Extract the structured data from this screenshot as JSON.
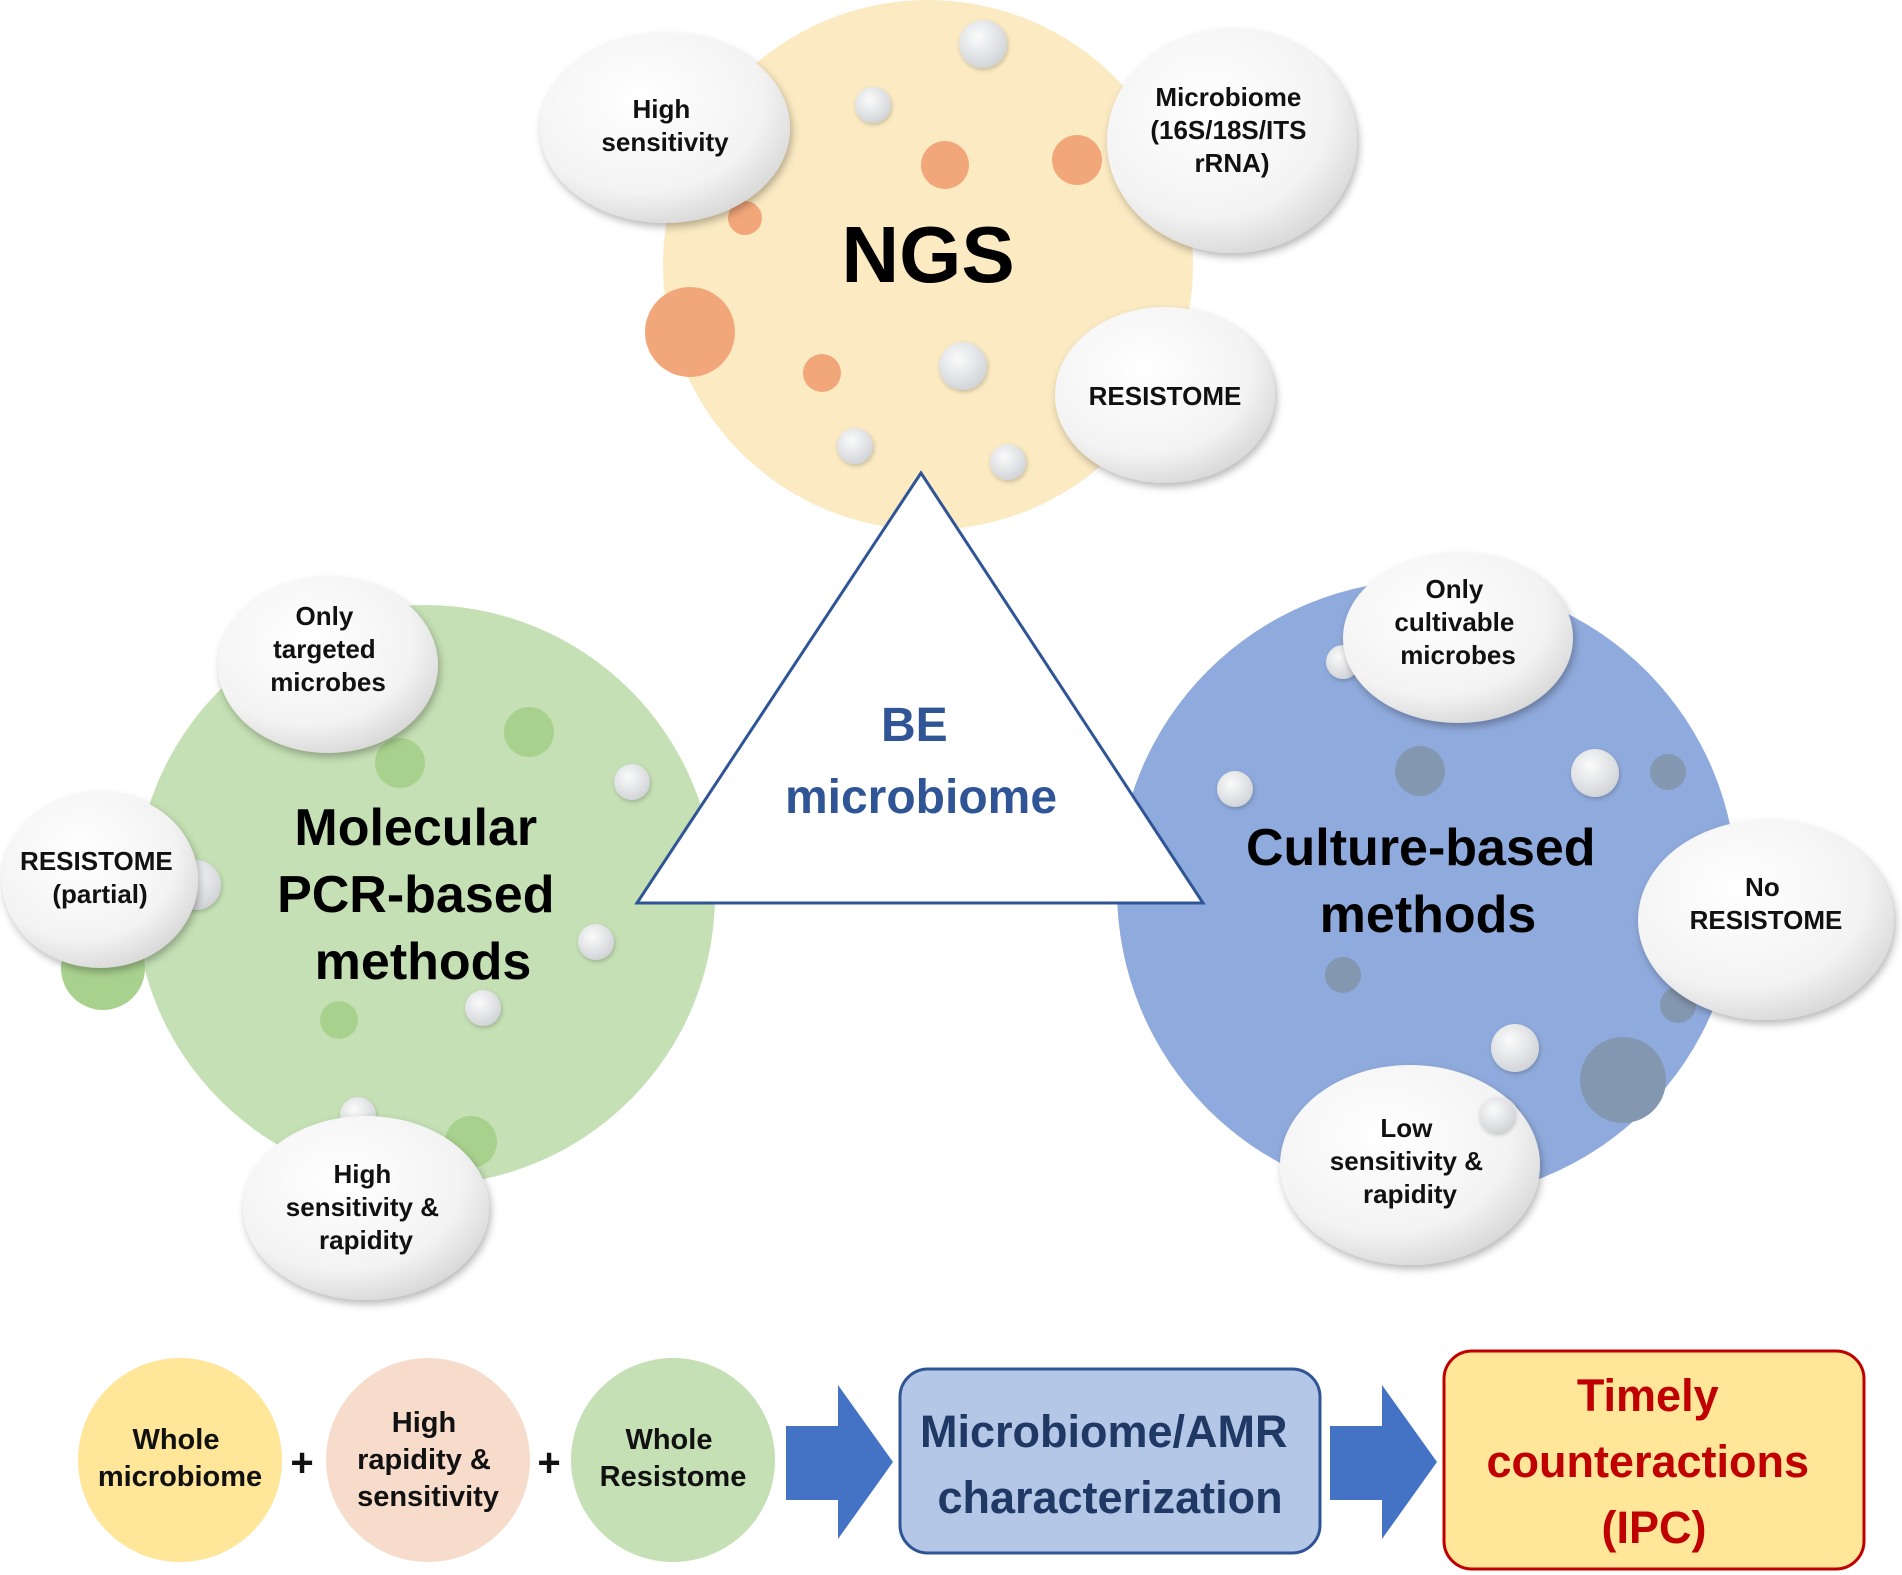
{
  "center": {
    "lines": [
      "BE",
      "microbiome"
    ],
    "text_color": "#2F5597"
  },
  "ngs": {
    "title": "NGS",
    "bubble_high_sensitivity": [
      "High",
      "sensitivity"
    ],
    "bubble_microbiome": [
      "Microbiome",
      "(16S/18S/ITS",
      "rRNA)"
    ],
    "bubble_resistome": [
      "RESISTOME"
    ],
    "fill_color": "#FBEAC2",
    "dot_color": "#F2A77A"
  },
  "molecular": {
    "title": [
      "Molecular",
      "PCR-based",
      "methods"
    ],
    "bubble_targeted": [
      "Only",
      "targeted",
      "microbes"
    ],
    "bubble_resistome": [
      "RESISTOME",
      "(partial)"
    ],
    "bubble_high_sensitivity": [
      "High",
      "sensitivity &",
      "rapidity"
    ],
    "fill_color": "#C5E0B4",
    "dot_color": "#A9D18E"
  },
  "culture": {
    "title": [
      "Culture-based",
      "methods"
    ],
    "bubble_cultivable": [
      "Only",
      "cultivable",
      "microbes"
    ],
    "bubble_no_resistome": [
      "No",
      "RESISTOME"
    ],
    "bubble_low_sensitivity": [
      "Low",
      "sensitivity  &",
      "rapidity"
    ],
    "fill_color": "#8FAADC",
    "dot_color": "#8497B0"
  },
  "flow": {
    "circle_whole_microbiome": [
      "Whole",
      "microbiome"
    ],
    "circle_high_rapidity": [
      "High",
      "rapidity &",
      "sensitivity"
    ],
    "circle_whole_resistome": [
      "Whole",
      "Resistome"
    ],
    "plus_1": "+",
    "plus_2": "+",
    "characterization": [
      "Microbiome/AMR",
      "characterization"
    ],
    "counteractions": [
      "Timely",
      "counteractions",
      "(IPC)"
    ],
    "arrow_color": "#4472C4",
    "counteraction_text_color": "#C00000"
  }
}
